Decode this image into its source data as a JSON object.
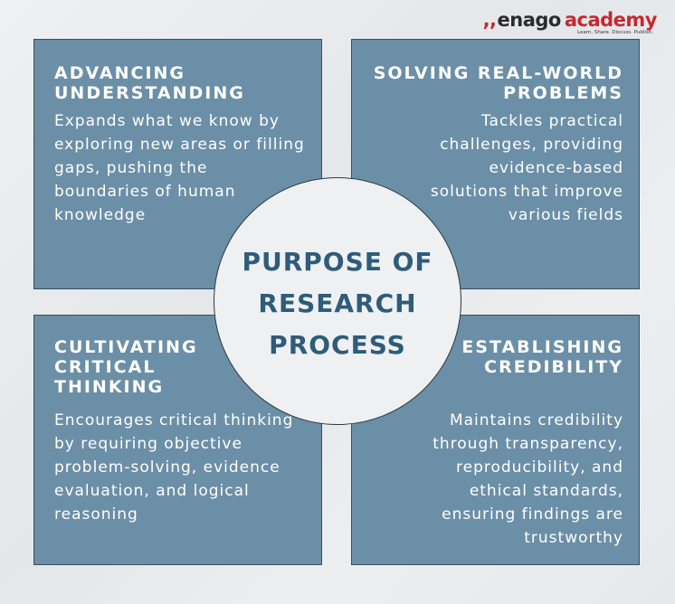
{
  "logo": {
    "mark": ",,",
    "word1": "enago",
    "word2": "academy",
    "tagline": "Learn. Share. Discuss. Publish."
  },
  "center": {
    "title": "PURPOSE OF\nRESEARCH\nPROCESS"
  },
  "boxes": {
    "top_left": {
      "title": "ADVANCING\nUNDERSTANDING",
      "body": "Expands what we know by exploring new areas or filling gaps, pushing the boundaries of human knowledge"
    },
    "top_right": {
      "title": "SOLVING REAL-WORLD\nPROBLEMS",
      "body": "Tackles practical challenges, providing evidence-based solutions that improve various fields"
    },
    "bottom_left": {
      "title": "CULTIVATING\nCRITICAL\nTHINKING",
      "body": "Encourages critical thinking by requiring objective problem-solving, evidence evaluation, and logical reasoning"
    },
    "bottom_right": {
      "title": "ESTABLISHING\nCREDIBILITY",
      "body": "Maintains credibility through transparency, reproducibility, and ethical standards, ensuring findings are trustworthy"
    }
  },
  "colors": {
    "box_fill": "#6b8fa6",
    "box_border": "#3c4e5c",
    "center_text": "#2e5c7a",
    "logo_red": "#c8282e",
    "background": "#e9ecee"
  }
}
